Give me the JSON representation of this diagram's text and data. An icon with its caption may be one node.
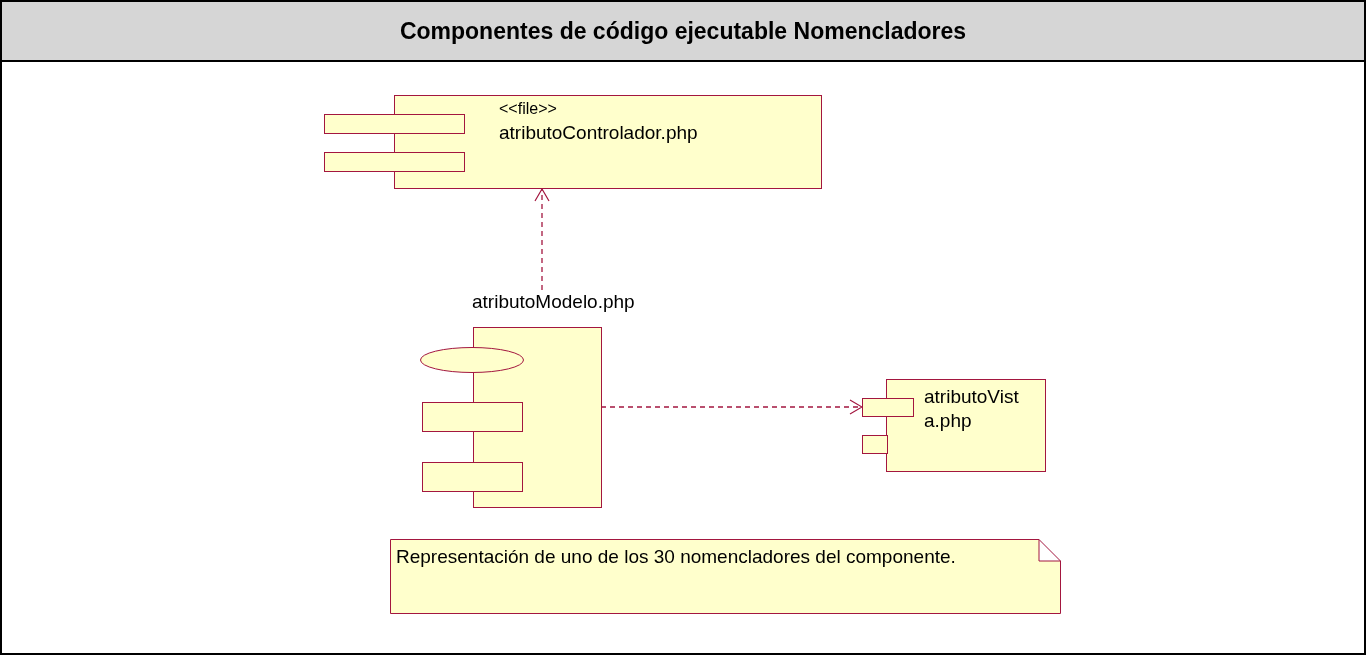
{
  "diagram": {
    "title": "Componentes de código ejecutable Nomencladores",
    "nodes": [
      {
        "text": [
          "<<file>>",
          "atributoControlador.php"
        ]
      },
      {
        "text": [
          "atributoModelo.php"
        ]
      },
      {
        "text": [
          "atributoVista.php"
        ]
      },
      {
        "text": [
          "Representación de uno de los 30 nomencladores del componente."
        ]
      }
    ],
    "edges": [
      {
        "from": 1,
        "to": 0,
        "arrow": "to",
        "style": "dashed"
      },
      {
        "from": 1,
        "to": 2,
        "arrow": "to",
        "style": "dashed"
      }
    ]
  }
}
